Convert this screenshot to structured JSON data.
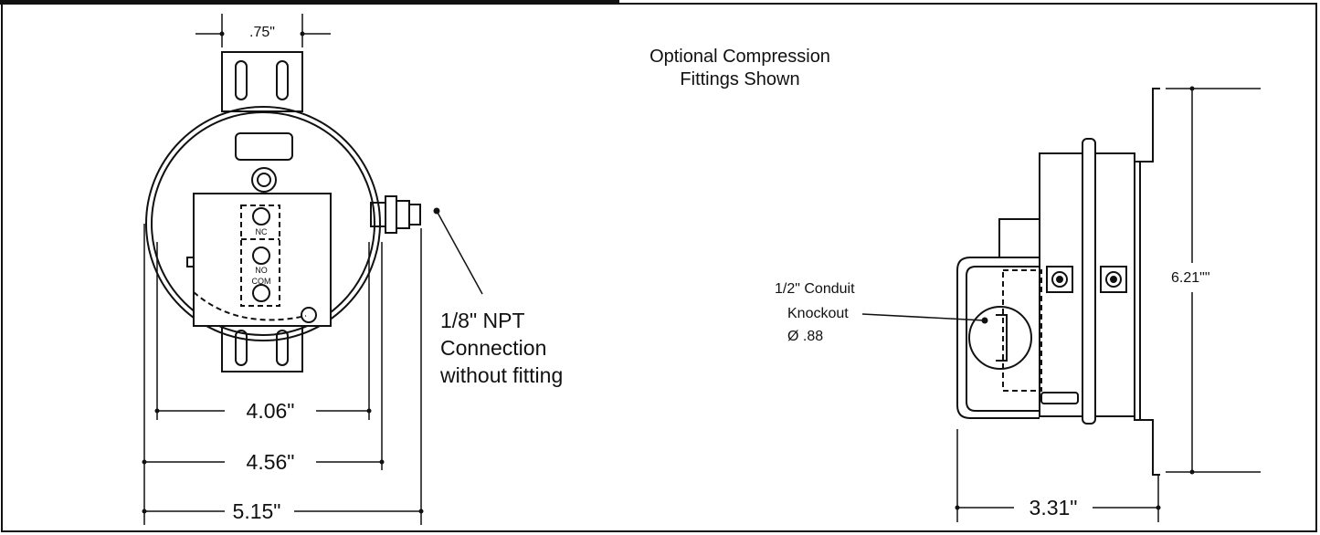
{
  "caption": {
    "line1": "Optional Compression",
    "line2": "Fittings Shown"
  },
  "front_view": {
    "dim_top": ".75\"",
    "dim_width_1": "4.06\"",
    "dim_width_2": "4.56\"",
    "dim_width_3": "5.15\"",
    "terminal_labels": [
      "NC",
      "NO",
      "COM"
    ],
    "connection_note": {
      "line1": "1/8\" NPT",
      "line2": "Connection",
      "line3": "without fitting"
    }
  },
  "side_view": {
    "dim_height": "6.21\"\"",
    "dim_depth": "3.31\"",
    "knockout_note": {
      "line1": "1/2\" Conduit",
      "line2": "Knockout",
      "line3": "Ø .88"
    }
  }
}
